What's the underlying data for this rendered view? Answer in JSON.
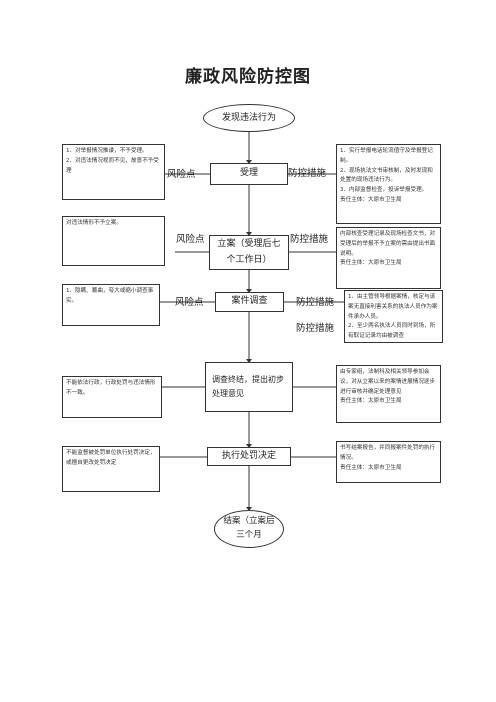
{
  "title": "廉政风险防控图",
  "start": "发现违法行为",
  "steps": {
    "s1": "受理",
    "s2": "立案（受理后七个工作日）",
    "s3": "案件调查",
    "s4": "调查终结，提出初步处理意见",
    "s5": "执行处罚决定",
    "end": "结案（立案后三个月"
  },
  "labels": {
    "risk": "风险点",
    "control": "防控措施"
  },
  "risks": {
    "r1": "1．对举报情况推诿，不予受理。\n2．对违法情况视而不见，故意不予受理",
    "r2": "对违法情形不予立案。",
    "r3": "1．隐瞒、篡曲，夸大或缩小调查事实。",
    "r4": "不能依法行政，行政处罚与违法情形不一致。",
    "r5": "不能监督被处罚单位执行处罚决定，或擅自更改处罚决定"
  },
  "controls": {
    "c1": "1．实行举报电话轮流值守及举报登记制。\n2．现场执法文书审核制，及时发现和处置的现场违法行为。\n3．内部监督检查，投诉举报受理。\n        责任主体：大原市卫生局",
    "c2": "内部核查受理记录及现场检查文书，对受理后的举报不予立案的需由提出书面说明。\n  责任主体：大原市卫生局",
    "c3": "1．由主管领导根据案情，核定与该案无直接利害关系的执法人员作为案件承办人员。\n2．至少两名执法人员同时到场，所有取证记录均由被调查",
    "c4": "由专家组，法制科及相关领导参加会议，对从立案以来的案情进展情况逐步进行审核并确定处理意见\n      责任主体：太原市卫生局",
    "c5": "书写结案报告，并同报案件处罚的执行情况。\n      责任主体：太原市卫生局"
  }
}
